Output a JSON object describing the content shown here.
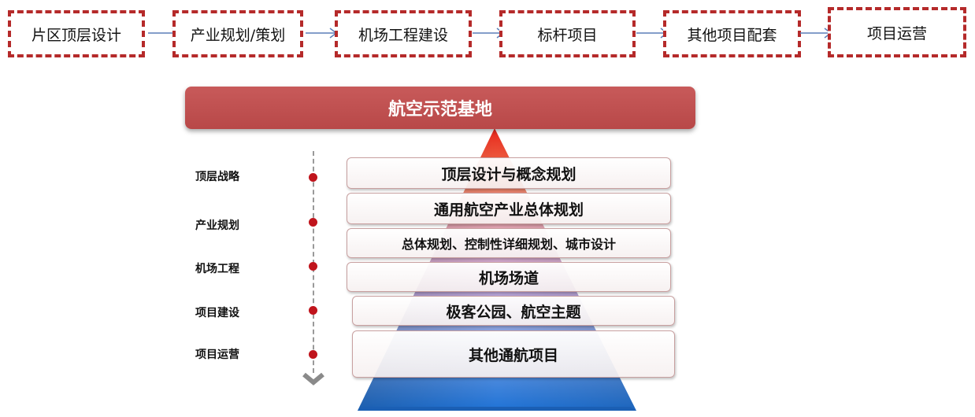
{
  "flow_steps": [
    {
      "label": "片区顶层设计"
    },
    {
      "label": "产业规划/策划"
    },
    {
      "label": "机场工程建设"
    },
    {
      "label": "标杆项目"
    },
    {
      "label": "其他项目配套"
    },
    {
      "label": "项目运营"
    }
  ],
  "banner_title": "航空示范基地",
  "pyramid_layers": [
    {
      "label": "顶层设计与概念规划"
    },
    {
      "label": "通用航空产业总体规划"
    },
    {
      "label": "总体规划、控制性详细规划、城市设计"
    },
    {
      "label": "机场场道"
    },
    {
      "label": "极客公园、航空主题"
    },
    {
      "label": "其他通航项目"
    }
  ],
  "stages": [
    {
      "label": "顶层战略"
    },
    {
      "label": "产业规划"
    },
    {
      "label": "机场工程"
    },
    {
      "label": "项目建设"
    },
    {
      "label": "项目运营"
    }
  ],
  "colors": {
    "flow_border": "#b52a2a",
    "banner": "#c0504d",
    "pyramid_top": "#e8261a",
    "pyramid_mid": "#d8a8c8",
    "pyramid_bottom": "#1e78d8",
    "timeline_dot": "#c0141c",
    "arrow": "#5b7fb8"
  }
}
